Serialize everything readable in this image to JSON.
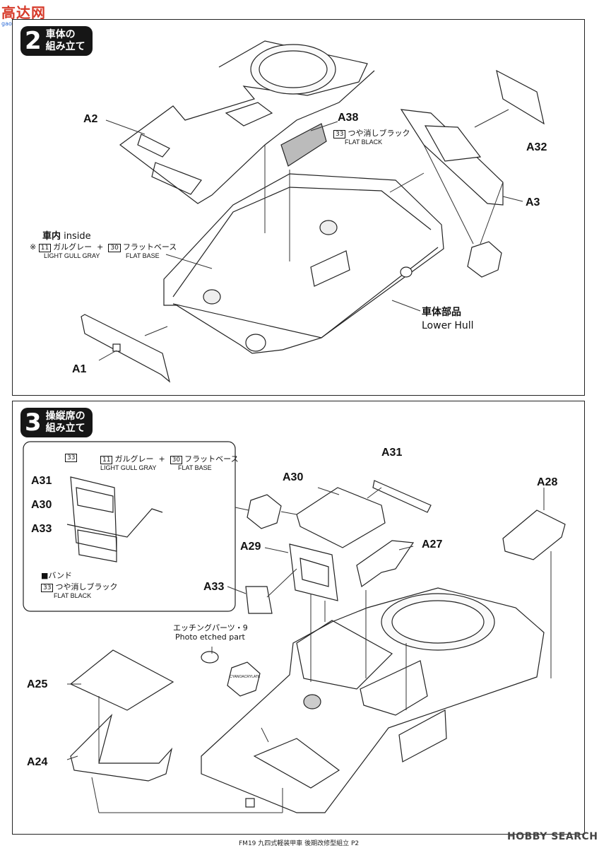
{
  "watermark": {
    "top_left_logo": "高达网",
    "top_left_url": "gaoa.china.com",
    "bottom_right_logo": "HOBBY SEARCH"
  },
  "step2": {
    "number": "2",
    "title": "車体の\n組み立て",
    "labels": {
      "a2": "A2",
      "a38": "A38",
      "a32": "A32",
      "a3": "A3",
      "a1": "A1"
    },
    "paint_a38": {
      "code": "33",
      "jp": "つや消しブラック",
      "en": "FLAT BLACK"
    },
    "inside": {
      "jp": "車内",
      "en": "inside",
      "mark": "※",
      "code1": "11",
      "jp1": "ガルグレー",
      "plus": "+",
      "code2": "30",
      "jp2": "フラットベース",
      "en1": "LIGHT GULL GRAY",
      "en2": "FLAT BASE"
    },
    "lower_hull": {
      "jp": "車体部品",
      "en": "Lower Hull"
    }
  },
  "step3": {
    "number": "3",
    "title": "操縦席の\n組み立て",
    "inset": {
      "code33": "33",
      "code1": "11",
      "jp1": "ガルグレー",
      "plus": "+",
      "code2": "30",
      "jp2": "フラットベース",
      "en1": "LIGHT GULL GRAY",
      "en2": "FLAT BASE",
      "a31": "A31",
      "a30": "A30",
      "a33": "A33",
      "band_jp": "■バンド",
      "band_code": "33",
      "band_paint": "つや消しブラック",
      "band_en": "FLAT BLACK"
    },
    "labels": {
      "a31": "A31",
      "a30": "A30",
      "a28": "A28",
      "a29": "A29",
      "a27": "A27",
      "a33": "A33",
      "a25": "A25",
      "a24": "A24"
    },
    "etched": {
      "jp": "エッチングパーツ・9",
      "en": "Photo etched part",
      "glue": "CYANOACRYLATE"
    }
  },
  "footer": {
    "text": "FM19 九四式軽装甲車 後期改修型組立 P2"
  }
}
